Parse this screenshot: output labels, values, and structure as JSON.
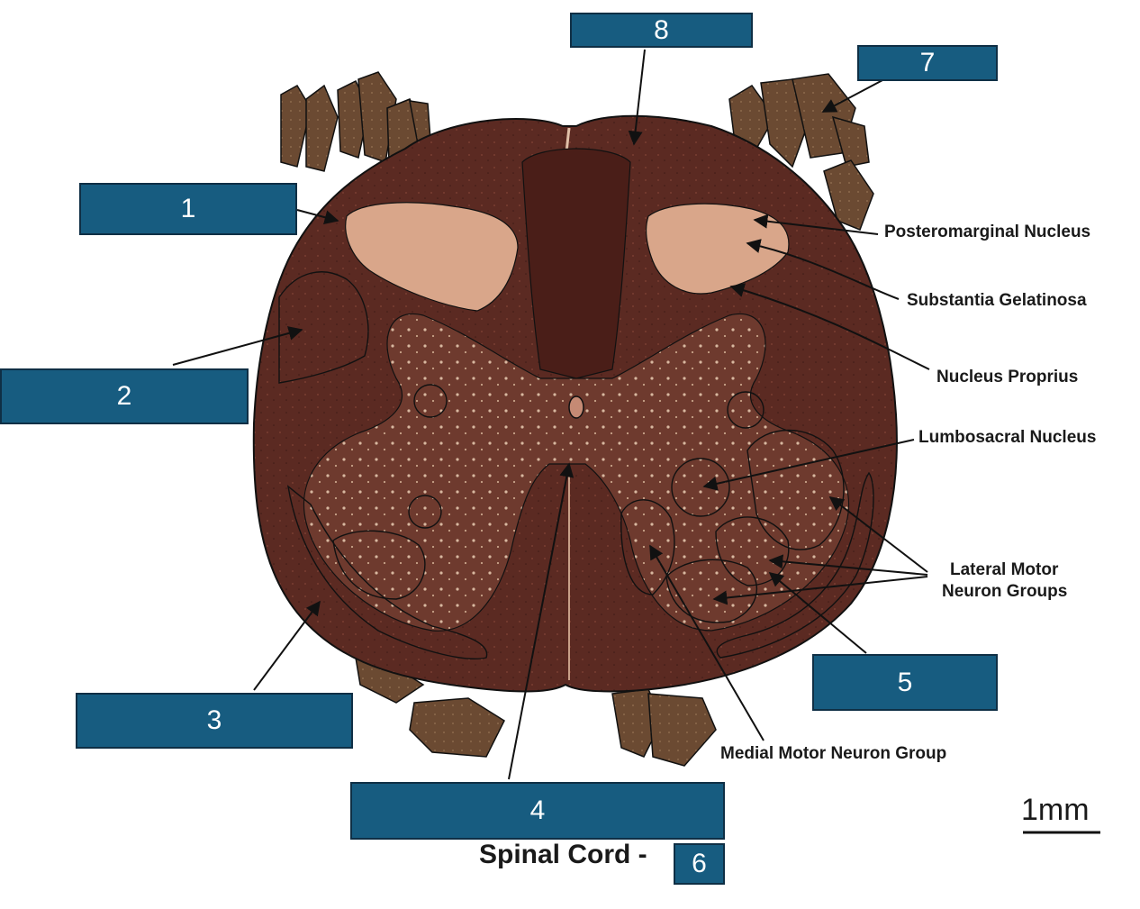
{
  "figure": {
    "title_prefix": "Spinal Cord -",
    "scale_bar_label": "1mm"
  },
  "answer_boxes": [
    {
      "id": "1",
      "label": "1"
    },
    {
      "id": "2",
      "label": "2"
    },
    {
      "id": "3",
      "label": "3"
    },
    {
      "id": "4",
      "label": "4"
    },
    {
      "id": "5",
      "label": "5"
    },
    {
      "id": "6",
      "label": "6"
    },
    {
      "id": "7",
      "label": "7"
    },
    {
      "id": "8",
      "label": "8"
    }
  ],
  "labels": {
    "posteromarginal": "Posteromarginal Nucleus",
    "substantia": "Substantia Gelatinosa",
    "proprius": "Nucleus Proprius",
    "lumbosacral": "Lumbosacral Nucleus",
    "lateral_motor_line1": "Lateral Motor",
    "lateral_motor_line2": "Neuron Groups",
    "medial_motor": "Medial Motor Neuron Group"
  },
  "colors": {
    "box_fill": "#175c80",
    "white_matter": "#5a2a22",
    "gray_matter": "#6e3a2e",
    "substantia_gelatinosa": "#d9a68a",
    "root_tissue": "#6b4a32"
  }
}
